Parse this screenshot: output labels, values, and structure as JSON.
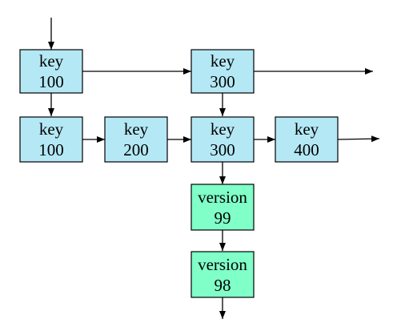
{
  "nodes": [
    {
      "id": "n1",
      "kind": "key",
      "line1": "key",
      "line2": "100"
    },
    {
      "id": "n2",
      "kind": "key",
      "line1": "key",
      "line2": "300"
    },
    {
      "id": "n3",
      "kind": "key",
      "line1": "key",
      "line2": "100"
    },
    {
      "id": "n4",
      "kind": "key",
      "line1": "key",
      "line2": "200"
    },
    {
      "id": "n5",
      "kind": "key",
      "line1": "key",
      "line2": "300"
    },
    {
      "id": "n6",
      "kind": "key",
      "line1": "key",
      "line2": "400"
    },
    {
      "id": "n7",
      "kind": "version",
      "line1": "version",
      "line2": "99"
    },
    {
      "id": "n8",
      "kind": "version",
      "line1": "version",
      "line2": "98"
    }
  ],
  "edges": [
    {
      "id": "e0",
      "from": "",
      "to": "n1"
    },
    {
      "id": "e1",
      "from": "n1",
      "to": "n2"
    },
    {
      "id": "e2",
      "from": "n2",
      "to": ""
    },
    {
      "id": "e3",
      "from": "n1",
      "to": "n3"
    },
    {
      "id": "e4",
      "from": "n2",
      "to": "n5"
    },
    {
      "id": "e5",
      "from": "n3",
      "to": "n4"
    },
    {
      "id": "e6",
      "from": "n4",
      "to": "n5"
    },
    {
      "id": "e7",
      "from": "n5",
      "to": "n6"
    },
    {
      "id": "e8",
      "from": "n6",
      "to": ""
    },
    {
      "id": "e9",
      "from": "n5",
      "to": "n7"
    },
    {
      "id": "e10",
      "from": "n7",
      "to": "n8"
    },
    {
      "id": "e11",
      "from": "n8",
      "to": ""
    }
  ],
  "colors": {
    "key_fill": "#b4e8f5",
    "version_fill": "#80ffc8",
    "stroke": "#000000"
  }
}
